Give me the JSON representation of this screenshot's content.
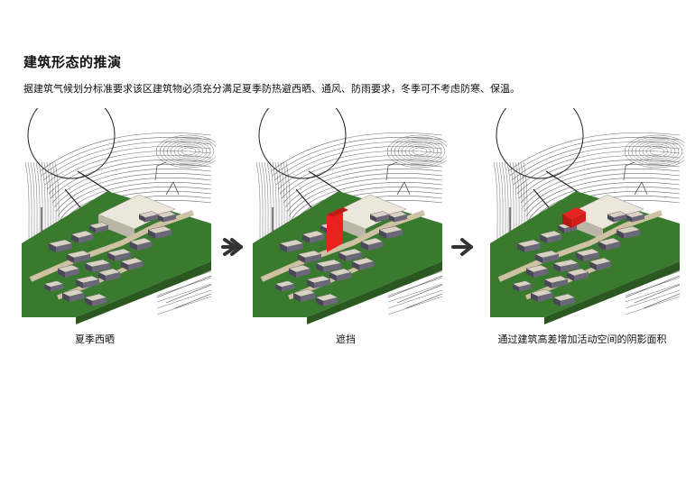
{
  "title": "建筑形态的推演",
  "description": "据建筑气候划分标准要求该区建筑物必须充分满足夏季防热避西晒、通风、防雨要求，冬季可不考虑防寒、保温。",
  "panels": [
    {
      "caption": "夏季西晒",
      "highlight": "none"
    },
    {
      "caption": "遮挡",
      "highlight": "wall"
    },
    {
      "caption": "通过建筑高差增加活动空间的阴影面积",
      "highlight": "block"
    }
  ],
  "arrows": [
    "arrow-right-icon",
    "arrow-right-icon"
  ],
  "colors": {
    "green_site": "#3a7a2e",
    "building_roof": "#d9d2c4",
    "building_wall": "#4a4858",
    "highlight": "#e8231f",
    "contour": "#6d6d6d",
    "arrow": "#333333"
  }
}
